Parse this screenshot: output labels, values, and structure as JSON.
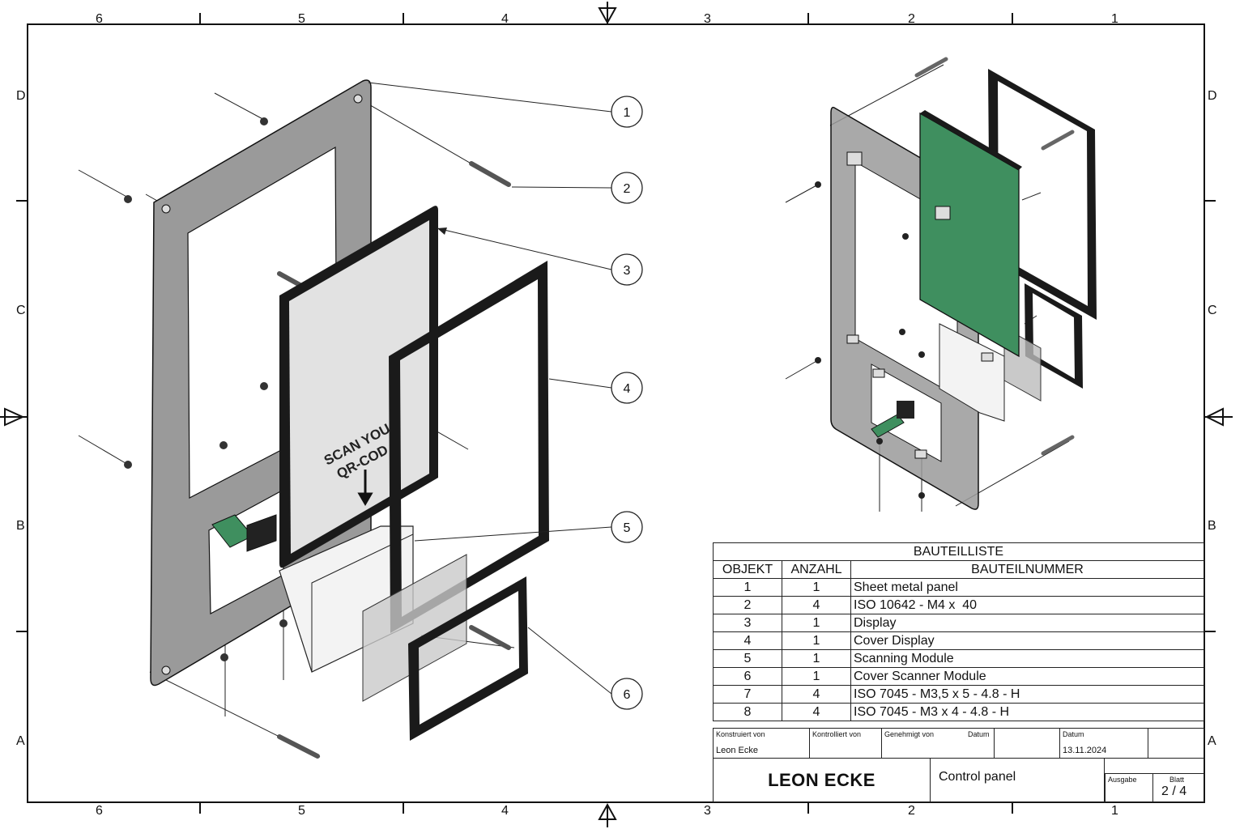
{
  "zones": {
    "columns": [
      "6",
      "5",
      "4",
      "3",
      "2",
      "1"
    ],
    "rows": [
      "D",
      "C",
      "B",
      "A"
    ]
  },
  "callouts": [
    "1",
    "2",
    "3",
    "4",
    "5",
    "6"
  ],
  "display_text": {
    "line1": "SCAN YOU",
    "line2": "QR-COD"
  },
  "bom": {
    "title": "BAUTEILLISTE",
    "headers": [
      "OBJEKT",
      "ANZAHL",
      "BAUTEILNUMMER"
    ],
    "rows": [
      [
        "1",
        "1",
        "Sheet metal panel"
      ],
      [
        "2",
        "4",
        "ISO 10642 - M4 x  40"
      ],
      [
        "3",
        "1",
        "Display"
      ],
      [
        "4",
        "1",
        "Cover Display"
      ],
      [
        "5",
        "1",
        "Scanning Module"
      ],
      [
        "6",
        "1",
        "Cover Scanner Module"
      ],
      [
        "7",
        "4",
        "ISO 7045 - M3,5 x 5 - 4.8 - H"
      ],
      [
        "8",
        "4",
        "ISO 7045 - M3 x 4 - 4.8 - H"
      ]
    ]
  },
  "title_block": {
    "constructed_label": "Konstruiert von",
    "constructed_value": "Leon Ecke",
    "checked_label": "Kontrolliert von",
    "approved_label": "Genehmigt von",
    "date_label1": "Datum",
    "date_label2": "Datum",
    "date_value": "13.11.2024",
    "company": "LEON ECKE",
    "drawing_title": "Control panel",
    "issue_label": "Ausgabe",
    "sheet_label": "Blatt",
    "sheet_value": "2 / 4"
  },
  "colors": {
    "panel": "#9a9a9a",
    "pcb": "#3f8f5f",
    "frame": "#1a1a1a",
    "screen": "#e2e2e2"
  }
}
